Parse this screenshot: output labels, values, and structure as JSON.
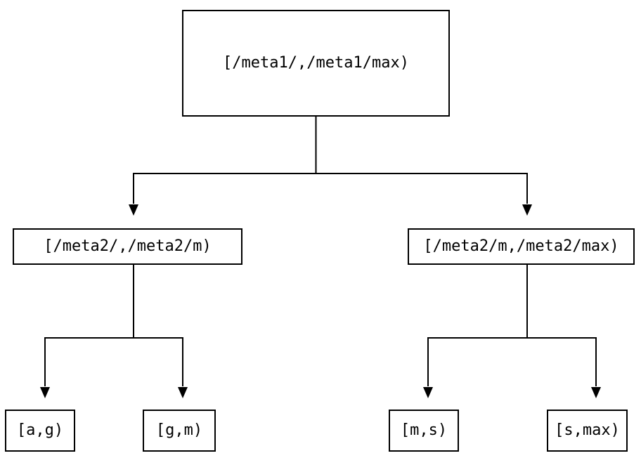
{
  "diagram": {
    "type": "tree",
    "description": "Key-range partition tree with interval labels",
    "colors": {
      "background": "#ffffff",
      "line": "#000000",
      "text": "#000000",
      "node_fill": "#ffffff",
      "node_border": "#000000"
    },
    "nodes": {
      "root": {
        "label": "[/meta1/,/meta1/max)"
      },
      "left": {
        "label": "[/meta2/,/meta2/m)"
      },
      "right": {
        "label": "[/meta2/m,/meta2/max)"
      },
      "leaf_ag": {
        "label": "[a,g)"
      },
      "leaf_gm": {
        "label": "[g,m)"
      },
      "leaf_ms": {
        "label": "[m,s)"
      },
      "leaf_smax": {
        "label": "[s,max)"
      }
    },
    "edges": [
      {
        "from": "root",
        "to": "left"
      },
      {
        "from": "root",
        "to": "right"
      },
      {
        "from": "left",
        "to": "leaf_ag"
      },
      {
        "from": "left",
        "to": "leaf_gm"
      },
      {
        "from": "right",
        "to": "leaf_ms"
      },
      {
        "from": "right",
        "to": "leaf_smax"
      }
    ]
  }
}
